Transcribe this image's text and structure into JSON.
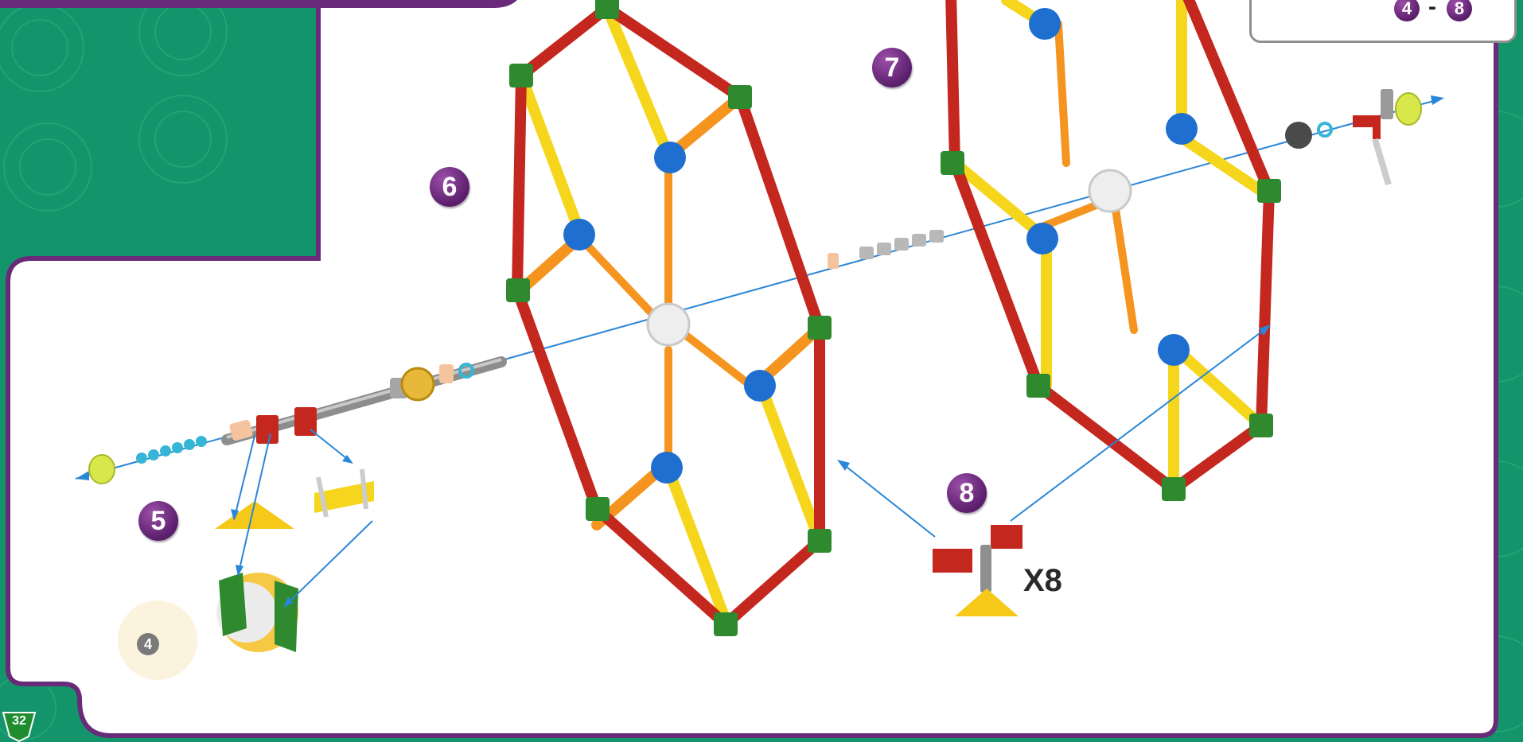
{
  "page": {
    "number": "32"
  },
  "step_range": {
    "from": "4",
    "dash": "-",
    "to": "8"
  },
  "steps": [
    {
      "label": "5"
    },
    {
      "label": "6"
    },
    {
      "label": "7"
    },
    {
      "label": "8"
    }
  ],
  "sub_reference": {
    "label": "4"
  },
  "quantity": {
    "label": "X8"
  },
  "colors": {
    "background_green": "#14946a",
    "frame_purple": "#6a2a7a",
    "rod_red": "#c4271e",
    "rod_yellow": "#f6d61c",
    "rod_orange": "#f5951f",
    "connector_blue": "#1f6fd0",
    "connector_green": "#2f8a2f",
    "arrow_blue": "#2a86d8"
  }
}
